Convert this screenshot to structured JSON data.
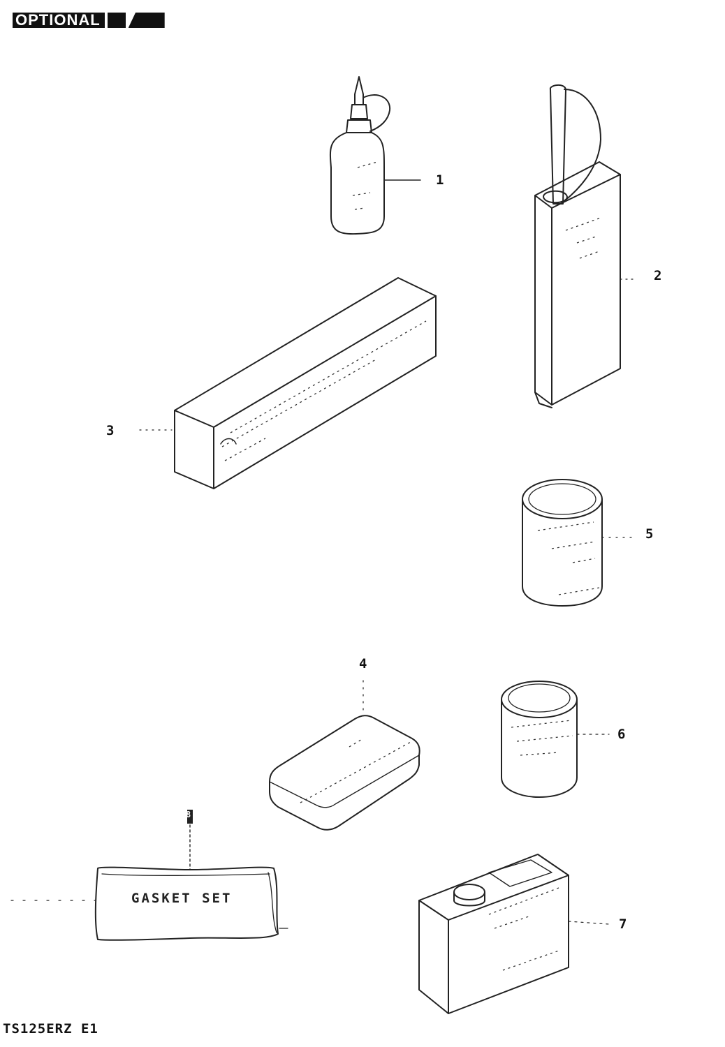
{
  "header": {
    "title": "OPTIONAL"
  },
  "footer": {
    "model_code": "TS125ERZ E1"
  },
  "callouts": [
    {
      "id": "1",
      "label": "1"
    },
    {
      "id": "2",
      "label": "2"
    },
    {
      "id": "3",
      "label": "3"
    },
    {
      "id": "4",
      "label": "4"
    },
    {
      "id": "5",
      "label": "5"
    },
    {
      "id": "6",
      "label": "6"
    },
    {
      "id": "7",
      "label": "7"
    },
    {
      "id": "8",
      "label": "8"
    }
  ],
  "parts": {
    "gasket_set": {
      "label": "GASKET SET"
    }
  },
  "icons": [
    "oil-bottle-icon",
    "oil-can-icon",
    "tool-box-icon",
    "pouch-icon",
    "oil-filter-icon",
    "paint-can-icon",
    "fuel-can-icon",
    "gasket-bag-icon"
  ]
}
